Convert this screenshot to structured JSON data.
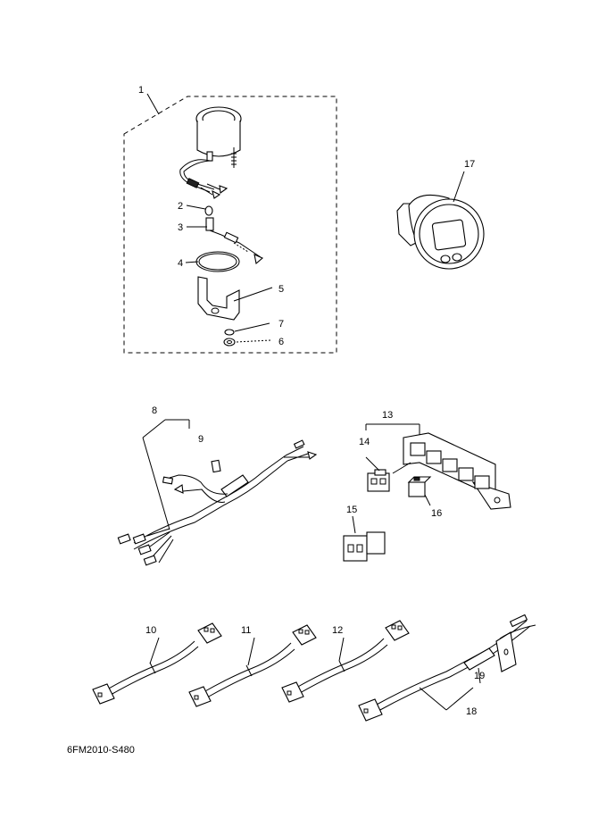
{
  "diagram_code": "6FM2010-S480",
  "callouts": {
    "c1": "1",
    "c2": "2",
    "c3": "3",
    "c4": "4",
    "c5": "5",
    "c6": "6",
    "c7": "7",
    "c8": "8",
    "c9": "9",
    "c10": "10",
    "c11": "11",
    "c12": "12",
    "c13": "13",
    "c14": "14",
    "c15": "15",
    "c16": "16",
    "c17": "17",
    "c18": "18",
    "c19": "19"
  }
}
